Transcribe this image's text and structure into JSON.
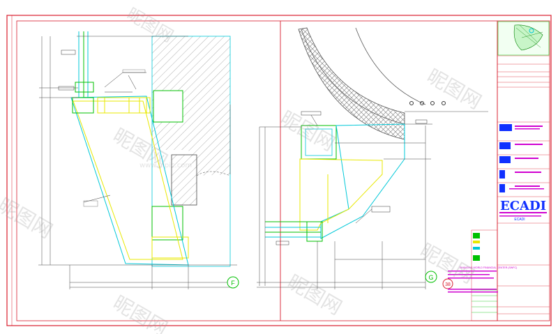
{
  "title_block": {
    "logo_text": "ECADI",
    "logo_sub": "ECADI",
    "project_name": "SHANGHAI WORLD FINANCIAL CENTER (SWFC)",
    "revision_tag": "38"
  },
  "details": {
    "left_marker": "F",
    "right_marker": "G"
  },
  "watermark": {
    "text": "昵图网",
    "url_text": "www.nipic.com"
  },
  "colors": {
    "border": "#d81b2b",
    "green": "#00c000",
    "cyan": "#00c8d8",
    "yellow": "#e8e800",
    "magenta": "#d000d0",
    "blue": "#1030ff"
  }
}
